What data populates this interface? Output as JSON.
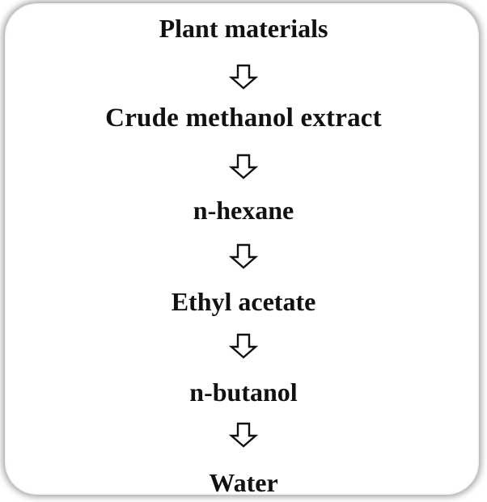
{
  "flow": {
    "steps": [
      "Plant materials",
      "Crude methanol extract",
      "n-hexane",
      "Ethyl acetate",
      "n-butanol",
      "Water"
    ],
    "arrow_icon": "down-arrow-outline-icon",
    "colors": {
      "text": "#111111",
      "border_shadow": "#555555",
      "background": "#ffffff"
    }
  }
}
